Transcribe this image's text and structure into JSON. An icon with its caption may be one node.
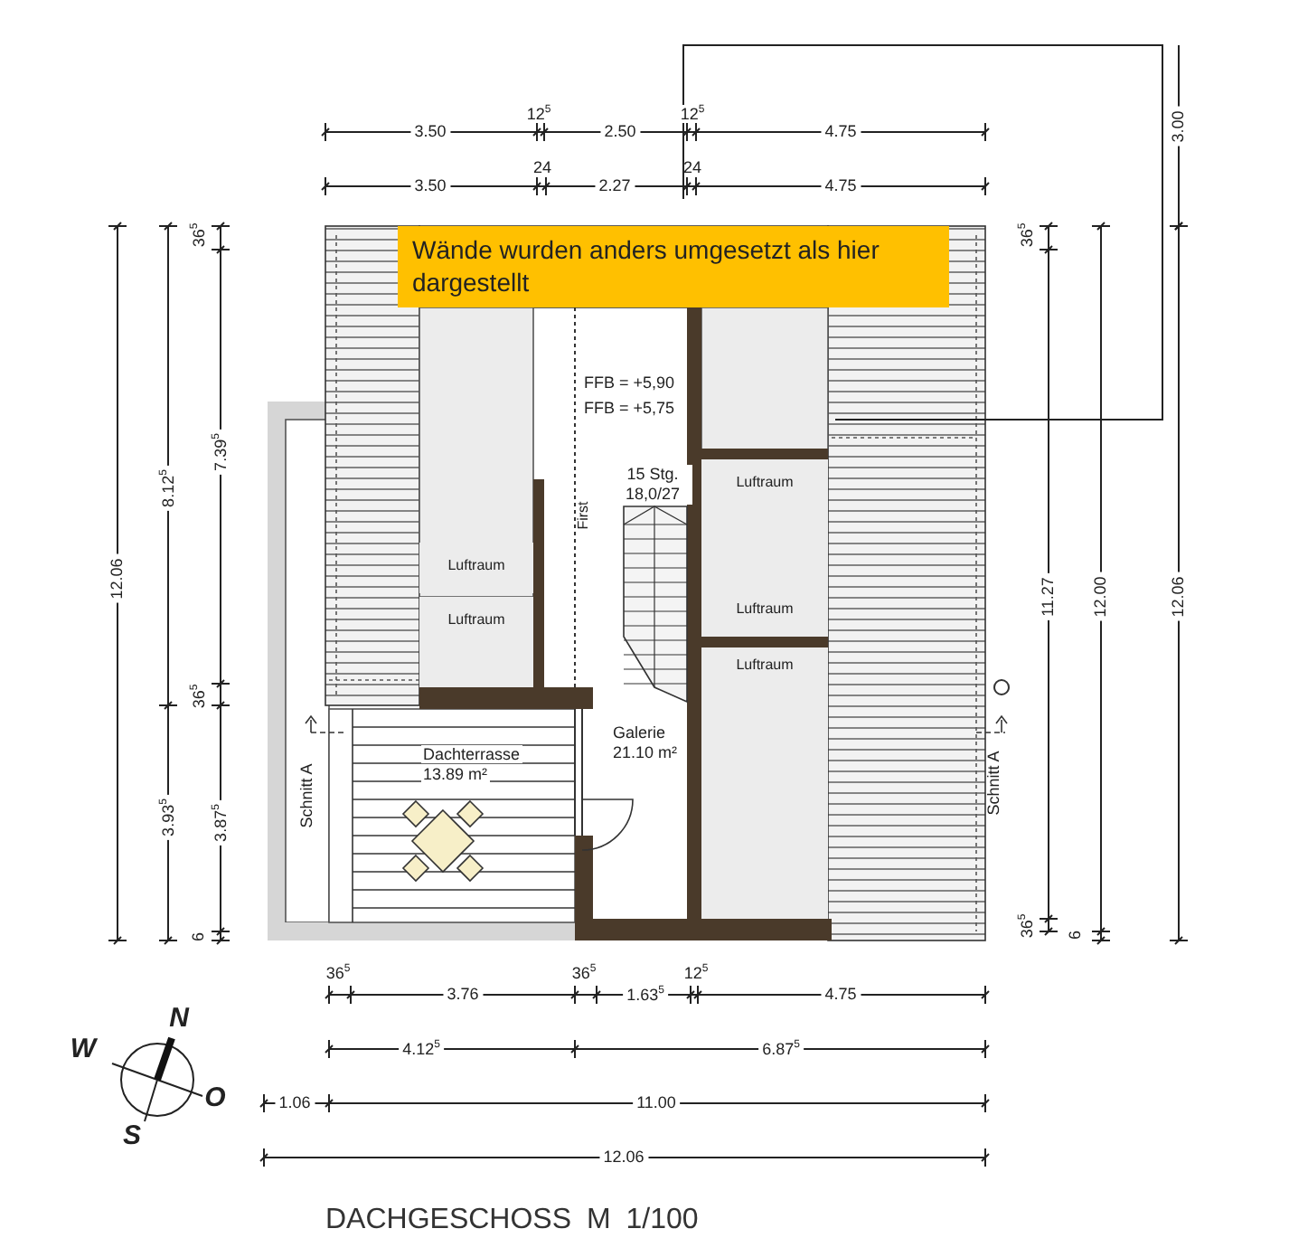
{
  "diagram": {
    "caption": "DACHGESCHOSS M 1/100",
    "nodes": [
      {
        "text": [
          "Wände wurden anders umgesetzt als hier dargestellt"
        ]
      },
      {
        "text": [
          "Luftraum",
          "Luftraum"
        ]
      },
      {
        "text": [
          "Luftraum"
        ]
      },
      {
        "text": [
          "Luftraum"
        ]
      },
      {
        "text": [
          "Luftraum"
        ]
      },
      {
        "text": [
          "Dachterrasse",
          "13.89 m²"
        ]
      },
      {
        "text": [
          "Galerie",
          "21.10 m²"
        ]
      }
    ],
    "labels": [
      "3.50",
      "12$^{5}$",
      "2.50",
      "12$^{5}$",
      "4.75",
      "3.50",
      "24",
      "2.27",
      "24",
      "4.75",
      "3.00",
      "12.06",
      "8.12$^{5}$",
      "36$^{5}$",
      "7.39$^{5}$",
      "36$^{5}$",
      "FFB = +5,90",
      "FFB = +5,75",
      "15 Stg. 18,0/27",
      "First",
      "36$^{5}$",
      "3.93$^{5}$",
      "3.87$^{5}$",
      "Schnitt A",
      "6",
      "11.27",
      "12.00",
      "12.06",
      "Schnitt A",
      "36$^{5}$",
      "6",
      "36$^{5}$",
      "3.76",
      "36$^{5}$",
      "1.63$^{5}$",
      "12$^{5}$",
      "4.75",
      "4.12$^{5}$",
      "6.87$^{5}$",
      "1.06",
      "11.00",
      "12.06",
      "N",
      "W",
      "O",
      "S"
    ]
  }
}
